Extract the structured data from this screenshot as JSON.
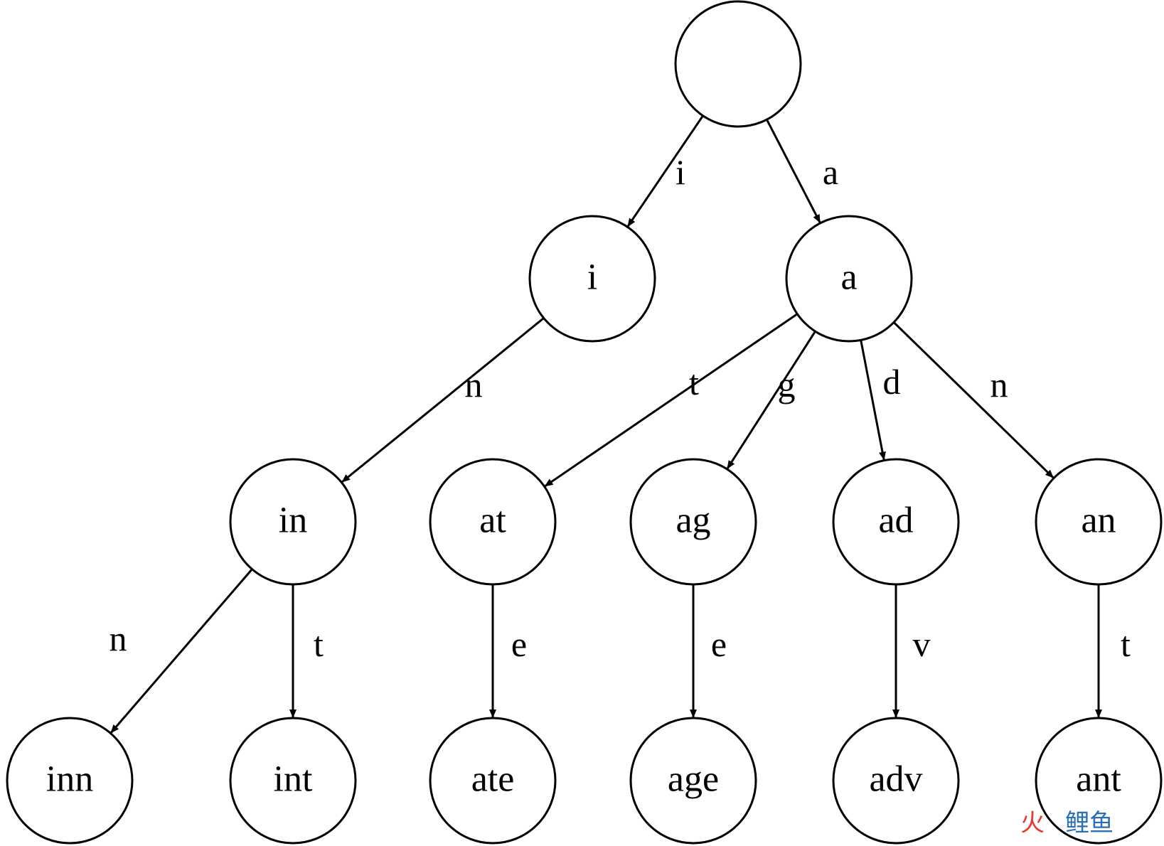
{
  "trie": {
    "nodes": [
      {
        "id": "root",
        "label": ""
      },
      {
        "id": "i",
        "label": "i"
      },
      {
        "id": "a",
        "label": "a"
      },
      {
        "id": "in",
        "label": "in"
      },
      {
        "id": "at",
        "label": "at"
      },
      {
        "id": "ag",
        "label": "ag"
      },
      {
        "id": "ad",
        "label": "ad"
      },
      {
        "id": "an",
        "label": "an"
      },
      {
        "id": "inn",
        "label": "inn"
      },
      {
        "id": "int",
        "label": "int"
      },
      {
        "id": "ate",
        "label": "ate"
      },
      {
        "id": "age",
        "label": "age"
      },
      {
        "id": "adv",
        "label": "adv"
      },
      {
        "id": "ant",
        "label": "ant"
      }
    ],
    "edges": [
      {
        "from": "root",
        "to": "i",
        "label": "i"
      },
      {
        "from": "root",
        "to": "a",
        "label": "a"
      },
      {
        "from": "i",
        "to": "in",
        "label": "n"
      },
      {
        "from": "a",
        "to": "at",
        "label": "t"
      },
      {
        "from": "a",
        "to": "ag",
        "label": "g"
      },
      {
        "from": "a",
        "to": "ad",
        "label": "d"
      },
      {
        "from": "a",
        "to": "an",
        "label": "n"
      },
      {
        "from": "in",
        "to": "inn",
        "label": "n"
      },
      {
        "from": "in",
        "to": "int",
        "label": "t"
      },
      {
        "from": "at",
        "to": "ate",
        "label": "e"
      },
      {
        "from": "ag",
        "to": "age",
        "label": "e"
      },
      {
        "from": "ad",
        "to": "adv",
        "label": "v"
      },
      {
        "from": "an",
        "to": "ant",
        "label": "t"
      }
    ]
  },
  "watermark": {
    "text_fire": "火",
    "text_rest": "鲤鱼",
    "color_fire": "#e8392f",
    "color_rest": "#2a6fb6"
  }
}
